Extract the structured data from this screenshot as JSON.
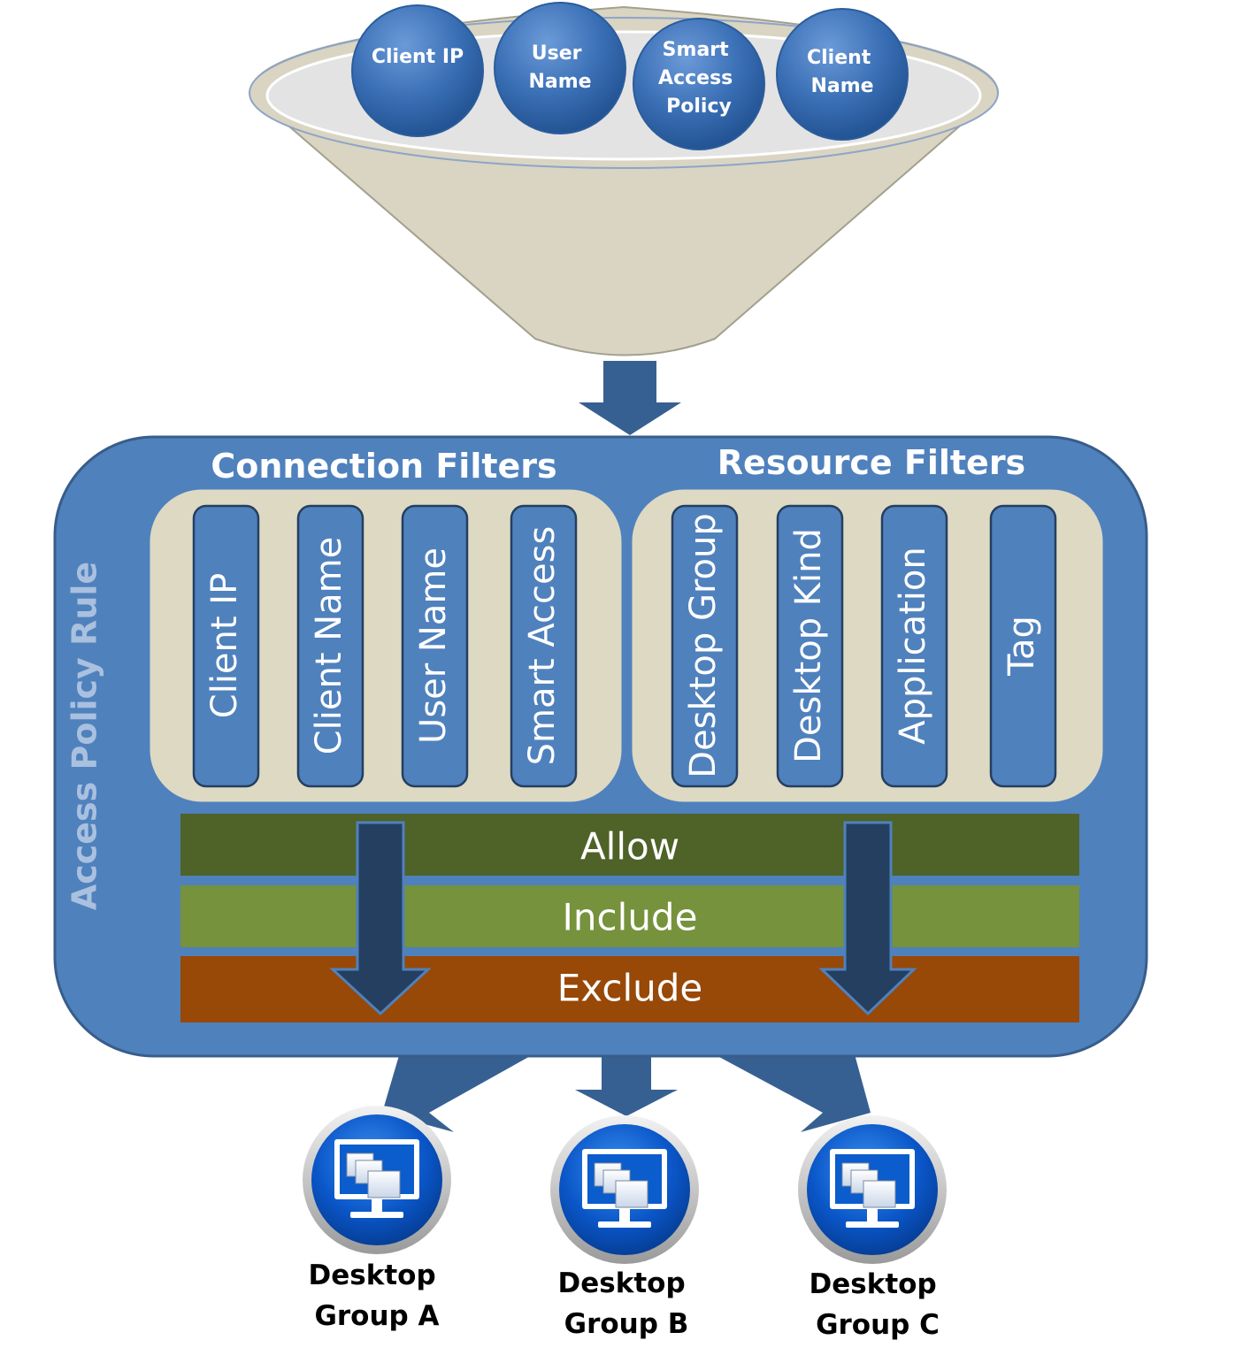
{
  "funnel": {
    "balls": [
      {
        "lines": [
          "Client IP"
        ]
      },
      {
        "lines": [
          "User",
          "Name"
        ]
      },
      {
        "lines": [
          "Smart",
          "Access",
          "Policy"
        ]
      },
      {
        "lines": [
          "Client",
          "Name"
        ]
      }
    ]
  },
  "rule": {
    "title": "Access Policy Rule",
    "connection_filters": {
      "heading": "Connection Filters",
      "items": [
        "Client IP",
        "Client Name",
        "User Name",
        "Smart Access"
      ]
    },
    "resource_filters": {
      "heading": "Resource Filters",
      "items": [
        "Desktop Group",
        "Desktop Kind",
        "Application",
        "Tag"
      ]
    },
    "bands": [
      {
        "label": "Allow",
        "color": "#4f6228"
      },
      {
        "label": "Include",
        "color": "#76923c"
      },
      {
        "label": "Exclude",
        "color": "#984807"
      }
    ]
  },
  "outputs": [
    {
      "line1": "Desktop",
      "line2": "Group A",
      "icon": "desktop-monitor-icon"
    },
    {
      "line1": "Desktop",
      "line2": "Group B",
      "icon": "desktop-monitor-icon"
    },
    {
      "line1": "Desktop",
      "line2": "Group C",
      "icon": "desktop-monitor-icon"
    }
  ],
  "colors": {
    "panel": "#4f81bd",
    "panel_border": "#385d8a",
    "arrow": "#376092",
    "dark_arrow": "#243f60",
    "filter_bg": "#ddd9c3",
    "funnel": "#d9d5c2",
    "ball": "#3a6fb5"
  }
}
